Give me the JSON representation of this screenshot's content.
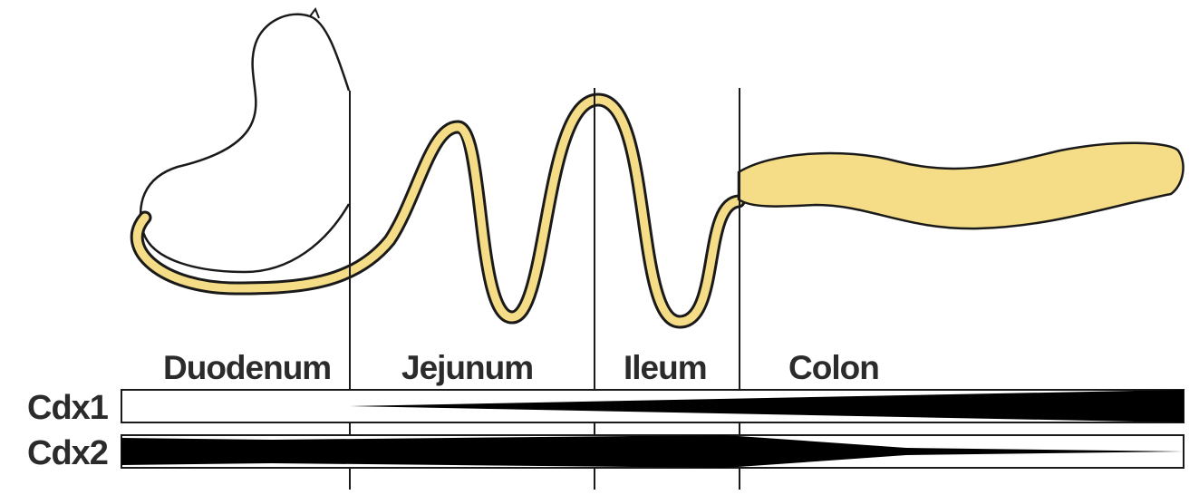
{
  "segments": [
    {
      "label": "Duodenum"
    },
    {
      "label": "Jejunum"
    },
    {
      "label": "Ileum"
    },
    {
      "label": "Colon"
    }
  ],
  "genes": [
    {
      "label": "Cdx1"
    },
    {
      "label": "Cdx2"
    }
  ],
  "colors": {
    "gut_fill": "#f5dc86",
    "outline": "#1a1a1a",
    "expression": "#000000"
  }
}
